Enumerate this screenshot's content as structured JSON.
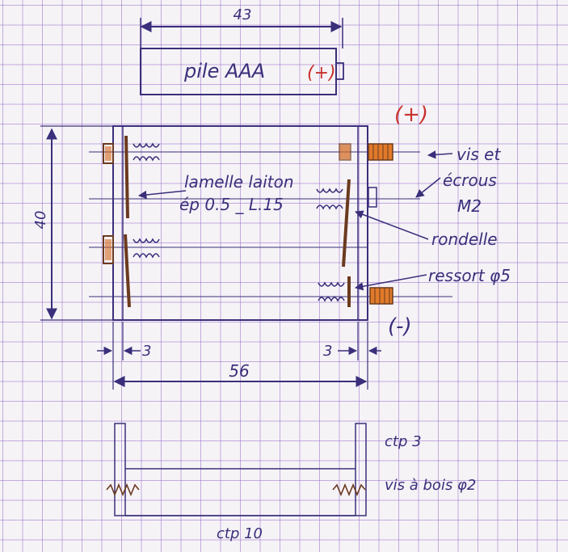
{
  "battery": {
    "label": "pile AAA",
    "polarity": "(+)"
  },
  "dimensions": {
    "battery_length": "43",
    "height": "40",
    "wall_left": "3",
    "wall_right": "3",
    "total_width": "56"
  },
  "labels": {
    "positive": "(+)",
    "negative": "(-)",
    "screws_line1": "vis et",
    "screws_line2": "écrous",
    "screws_line3": "M2",
    "lamella_line1": "lamelle laiton",
    "lamella_line2": "ép 0.5 _ L.15",
    "washer": "rondelle",
    "spring": "ressort φ5",
    "side_thickness": "ctp 3",
    "wood_screw": "vis à bois φ2",
    "base_thickness": "ctp 10"
  },
  "colors": {
    "ink": "#3a2f7a",
    "red": "#c8322c",
    "copper": "#d2691e",
    "brass": "#6b3a1e"
  }
}
